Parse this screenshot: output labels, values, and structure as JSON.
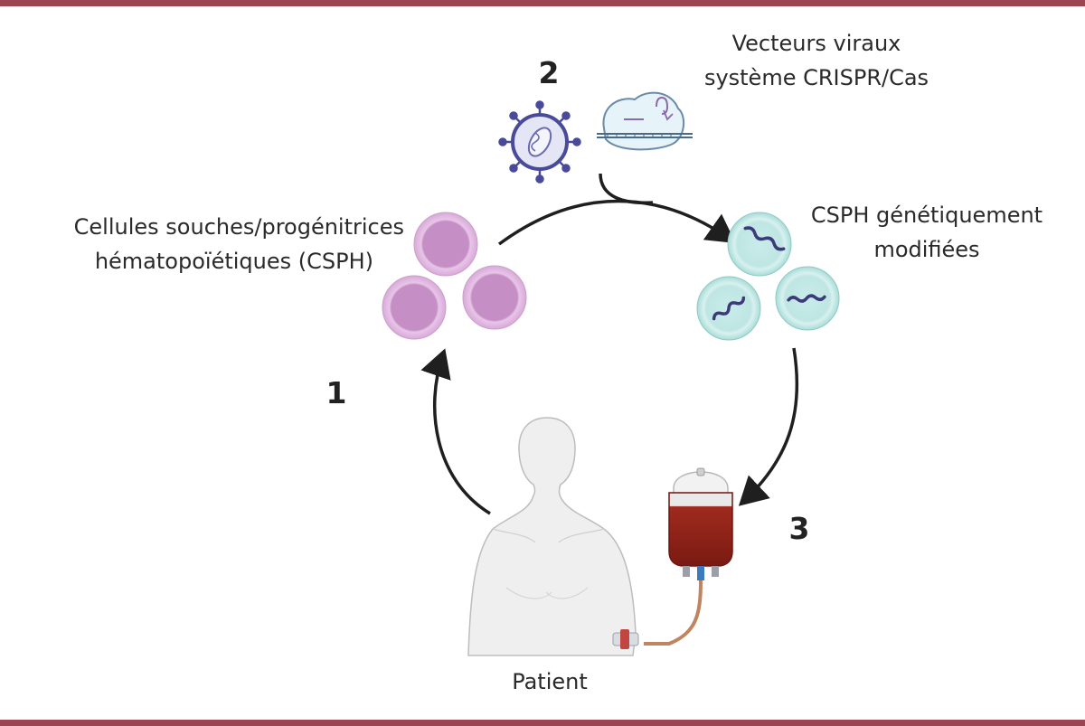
{
  "labels": {
    "vectors_line1": "Vecteurs viraux",
    "vectors_line2": "système CRISPR/Cas",
    "hspc_line1": "Cellules souches/progénitrices",
    "hspc_line2": "hématopoïétiques (CSPH)",
    "modified_line1": "CSPH génétiquement",
    "modified_line2": "modifiées",
    "patient": "Patient"
  },
  "steps": {
    "one": "1",
    "two": "2",
    "three": "3"
  },
  "colors": {
    "rule": "#9b4553",
    "hspc_fill": "#d9a9d9",
    "hspc_core": "#c58fc5",
    "modified_fill": "#a8dcd8",
    "modified_core": "#c9ecea",
    "dna": "#3c3a7a",
    "virus": "#4a4a9a",
    "blood": "#8b1d14",
    "arrow": "#1f1f1f",
    "body": "#efefef"
  }
}
